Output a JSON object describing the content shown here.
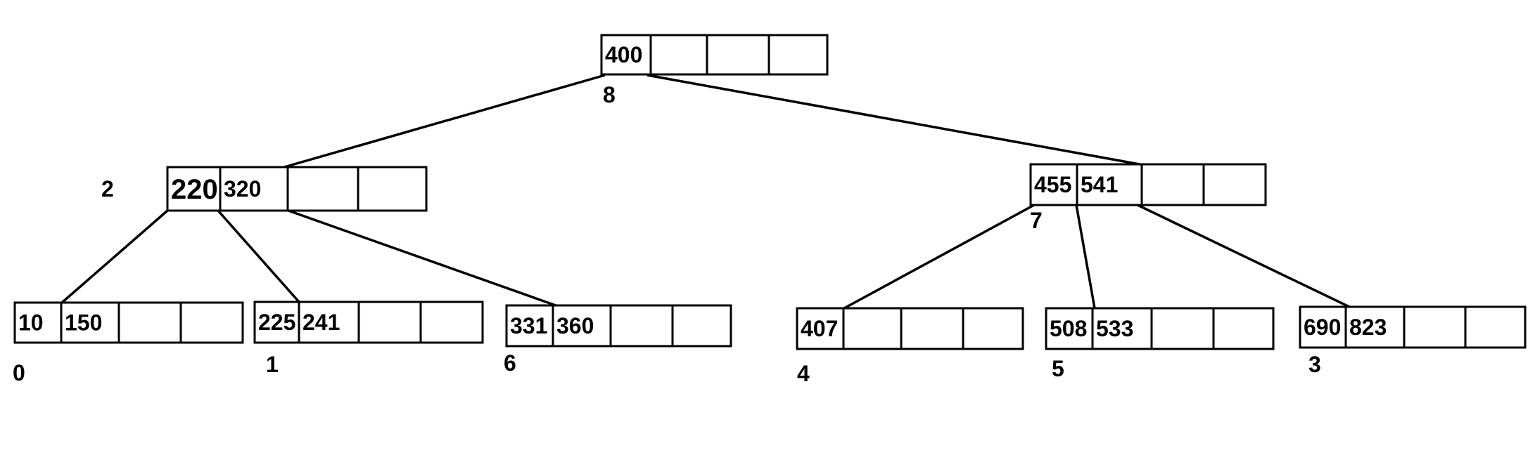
{
  "tree": {
    "nodes": [
      {
        "id": "root",
        "label": "8",
        "keys": [
          "400",
          "",
          "",
          ""
        ]
      },
      {
        "id": "left-internal",
        "label": "2",
        "keys": [
          "220",
          "320",
          "",
          ""
        ]
      },
      {
        "id": "right-internal",
        "label": "7",
        "keys": [
          "455",
          "541",
          "",
          ""
        ]
      },
      {
        "id": "leaf-0",
        "label": "0",
        "keys": [
          "10",
          "150",
          "",
          ""
        ]
      },
      {
        "id": "leaf-1",
        "label": "1",
        "keys": [
          "225",
          "241",
          "",
          ""
        ]
      },
      {
        "id": "leaf-6",
        "label": "6",
        "keys": [
          "331",
          "360",
          "",
          ""
        ]
      },
      {
        "id": "leaf-4",
        "label": "4",
        "keys": [
          "407",
          "",
          "",
          ""
        ]
      },
      {
        "id": "leaf-5",
        "label": "5",
        "keys": [
          "508",
          "533",
          "",
          ""
        ]
      },
      {
        "id": "leaf-3",
        "label": "3",
        "keys": [
          "690",
          "823",
          "",
          ""
        ]
      }
    ],
    "edges": [
      {
        "from": "root",
        "to": "left-internal"
      },
      {
        "from": "root",
        "to": "right-internal"
      },
      {
        "from": "left-internal",
        "to": "leaf-0"
      },
      {
        "from": "left-internal",
        "to": "leaf-1"
      },
      {
        "from": "left-internal",
        "to": "leaf-6"
      },
      {
        "from": "right-internal",
        "to": "leaf-4"
      },
      {
        "from": "right-internal",
        "to": "leaf-5"
      },
      {
        "from": "right-internal",
        "to": "leaf-3"
      }
    ]
  }
}
